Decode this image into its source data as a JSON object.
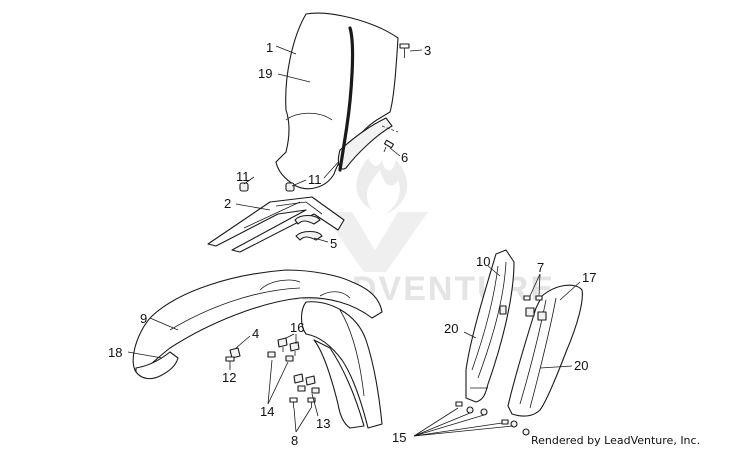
{
  "diagram": {
    "watermark": "LEADVENTURE",
    "credit": "Rendered by LeadVenture, Inc.",
    "callouts": {
      "c1": "1",
      "c19": "19",
      "c3": "3",
      "c6": "6",
      "c11a": "11",
      "c11b": "11",
      "c2": "2",
      "c5": "5",
      "c9": "9",
      "c18": "18",
      "c4": "4",
      "c12": "12",
      "c16": "16",
      "c14": "14",
      "c8": "8",
      "c13": "13",
      "c10": "10",
      "c7": "7",
      "c17": "17",
      "c20a": "20",
      "c20b": "20",
      "c15": "15"
    }
  }
}
